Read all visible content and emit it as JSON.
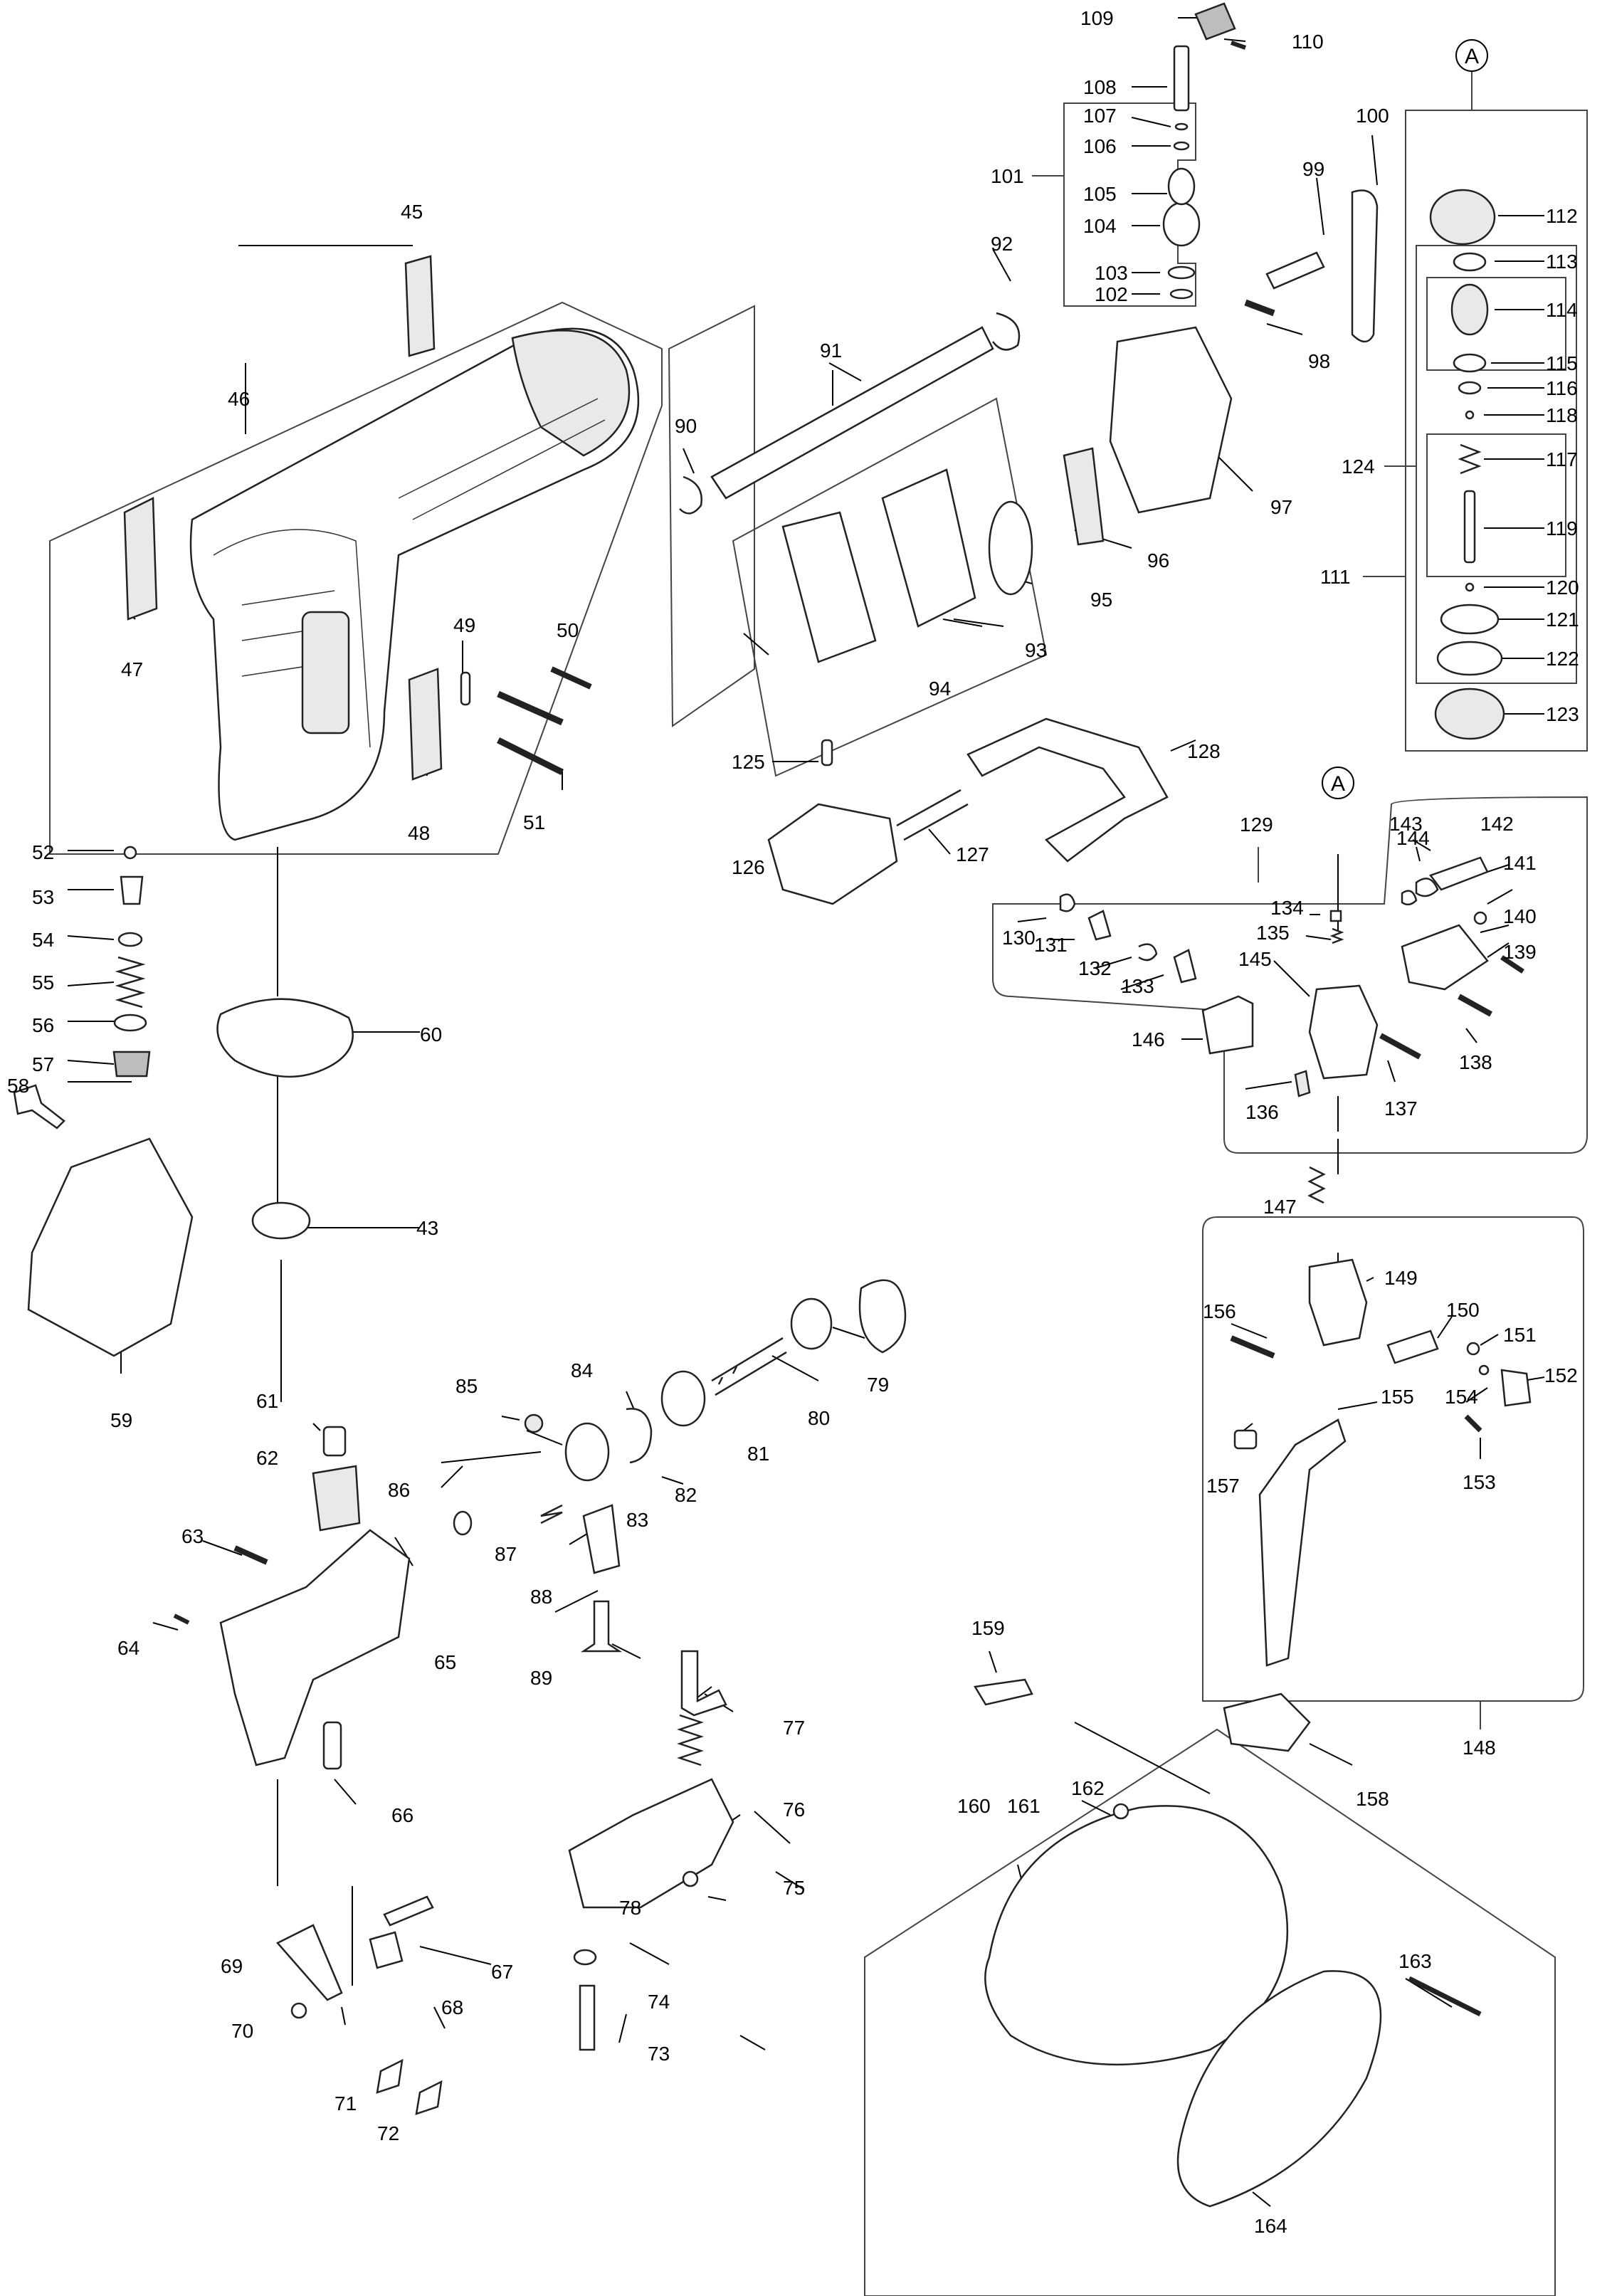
{
  "callout_marker": "A",
  "part_numbers": [
    "43",
    "45",
    "46",
    "47",
    "48",
    "49",
    "50",
    "51",
    "52",
    "53",
    "54",
    "55",
    "56",
    "57",
    "58",
    "59",
    "60",
    "61",
    "62",
    "63",
    "64",
    "65",
    "66",
    "67",
    "68",
    "69",
    "70",
    "71",
    "72",
    "73",
    "74",
    "75",
    "76",
    "77",
    "78",
    "79",
    "80",
    "81",
    "82",
    "83",
    "84",
    "85",
    "86",
    "87",
    "88",
    "89",
    "90",
    "91",
    "92",
    "93",
    "94",
    "95",
    "96",
    "97",
    "98",
    "99",
    "100",
    "101",
    "102",
    "103",
    "104",
    "105",
    "106",
    "107",
    "108",
    "109",
    "110",
    "111",
    "112",
    "113",
    "114",
    "115",
    "116",
    "117",
    "118",
    "119",
    "120",
    "121",
    "122",
    "123",
    "124",
    "125",
    "126",
    "127",
    "128",
    "129",
    "130",
    "131",
    "132",
    "133",
    "134",
    "135",
    "136",
    "137",
    "138",
    "139",
    "140",
    "141",
    "142",
    "143",
    "144",
    "145",
    "146",
    "147",
    "148",
    "149",
    "150",
    "151",
    "152",
    "153",
    "154",
    "155",
    "156",
    "157",
    "158",
    "159",
    "160",
    "161",
    "162",
    "163",
    "164"
  ],
  "colors": {
    "line": "#000000",
    "background": "#ffffff",
    "shade": "#bdbdbd"
  }
}
